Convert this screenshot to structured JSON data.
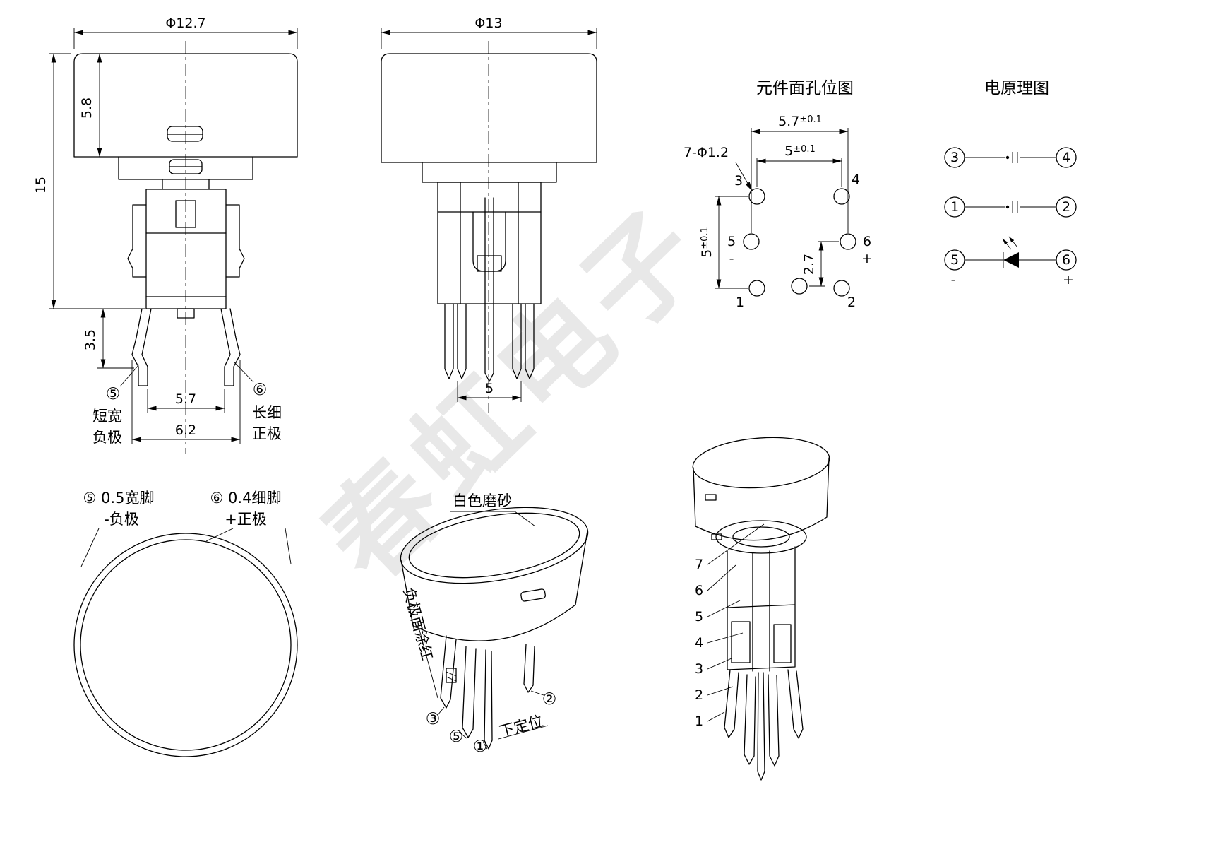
{
  "watermark": "春虹电子",
  "front_view": {
    "dim_diameter": "Φ12.7",
    "dim_cap_height": "5.8",
    "dim_total_height": "15",
    "dim_leg_clearance": "3.5",
    "dim_pin_span_inner": "5.7",
    "dim_pin_span_outer": "6.2",
    "pin5": {
      "num": "⑤",
      "line1": "短宽",
      "line2": "负极"
    },
    "pin6": {
      "num": "⑥",
      "line1": "长细",
      "line2": "正极"
    }
  },
  "side_view": {
    "dim_diameter": "Φ13",
    "dim_pin_span": "5"
  },
  "hole_layout": {
    "title": "元件面孔位图",
    "dim_top": {
      "value": "5.7",
      "tol": "±0.1"
    },
    "dim_inner": {
      "value": "5",
      "tol": "±0.1"
    },
    "dim_left": {
      "value": "5",
      "tol": "±0.1"
    },
    "dim_right": "2.7",
    "hole_callout": "7-Φ1.2",
    "labels": {
      "h1": "1",
      "h2": "2",
      "h3": "3",
      "h4": "4",
      "h5": "5",
      "h6": "6"
    },
    "minus": "-",
    "plus": "+"
  },
  "schematic": {
    "title": "电原理图",
    "pins": {
      "p1": "1",
      "p2": "2",
      "p3": "3",
      "p4": "4",
      "p5": "5",
      "p6": "6"
    },
    "minus": "-",
    "plus": "+"
  },
  "top_view": {
    "pin5_label": "⑤ 0.5宽脚",
    "pin5_sub": "-负极",
    "pin6_label": "⑥ 0.4细脚",
    "pin6_sub": "+正极"
  },
  "iso_front": {
    "cap_note": "白色磨砂",
    "paint_note": "负极面涂红",
    "locator_note": "下定位",
    "pin_labels": {
      "p3": "③",
      "p5": "⑤",
      "p1": "①",
      "p2": "②"
    }
  },
  "iso_back": {
    "part_numbers": [
      "7",
      "6",
      "5",
      "4",
      "3",
      "2",
      "1"
    ]
  }
}
